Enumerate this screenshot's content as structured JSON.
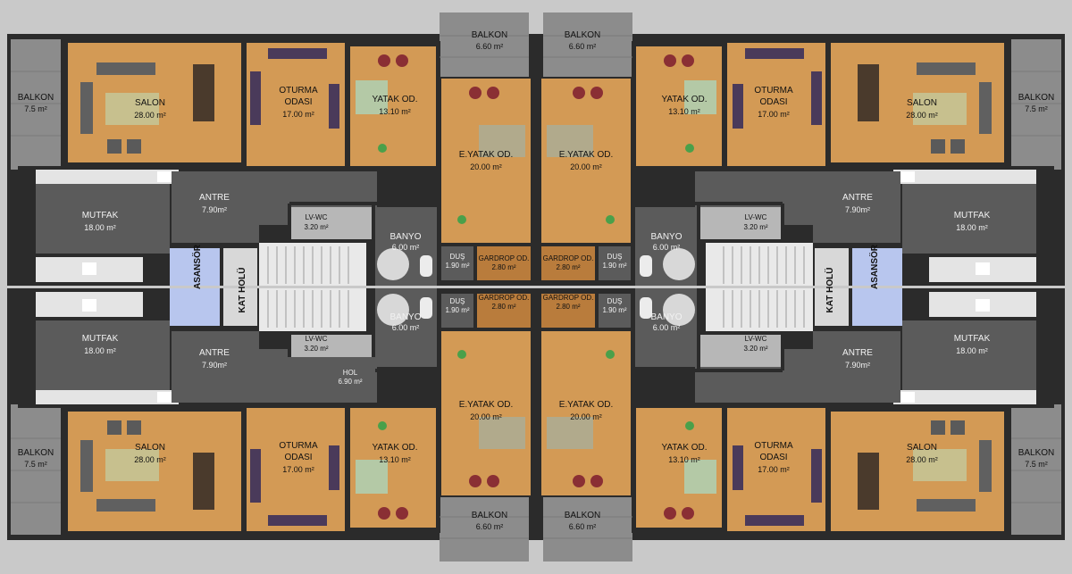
{
  "plan": {
    "colors": {
      "wood": "#d39a55",
      "wood_dark": "#b97c3c",
      "tile": "#5b5b5b",
      "tile_dark": "#4a4a4a",
      "balcony": "#8c8c8c",
      "wall": "#2b2b2b",
      "elevator": "#b8c6ee",
      "stair": "#e9e9e9",
      "outer": "#c9c9c9",
      "bath": "#b7b7b7"
    }
  },
  "labels": {
    "salon": "SALON",
    "salon_area": "28.00 m²",
    "oturma": "OTURMA",
    "odasi": "ODASI",
    "oturma_area": "17.00 m²",
    "yatak": "YATAK OD.",
    "yatak_area": "13.10 m²",
    "eyatak": "E.YATAK OD.",
    "eyatak_area": "20.00 m²",
    "balkon": "BALKON",
    "balkon_side_area": "7.5 m²",
    "balkon_mid_area": "6.60 m²",
    "mutfak": "MUTFAK",
    "mutfak_area": "18.00 m²",
    "antre": "ANTRE",
    "antre_area": "7.90m²",
    "lvwc": "LV-WC",
    "lvwc_area": "3.20 m²",
    "banyo": "BANYO",
    "banyo_area": "6.00 m²",
    "dus": "DUŞ",
    "dus_area": "1.90 m²",
    "gardrop": "GARDROP OD.",
    "gardrop_area": "2.80 m²",
    "asansor": "ASANSÖR",
    "kat_holu": "KAT HOLÜ",
    "hol": "HOL",
    "hol_area": "6.90 m²"
  }
}
